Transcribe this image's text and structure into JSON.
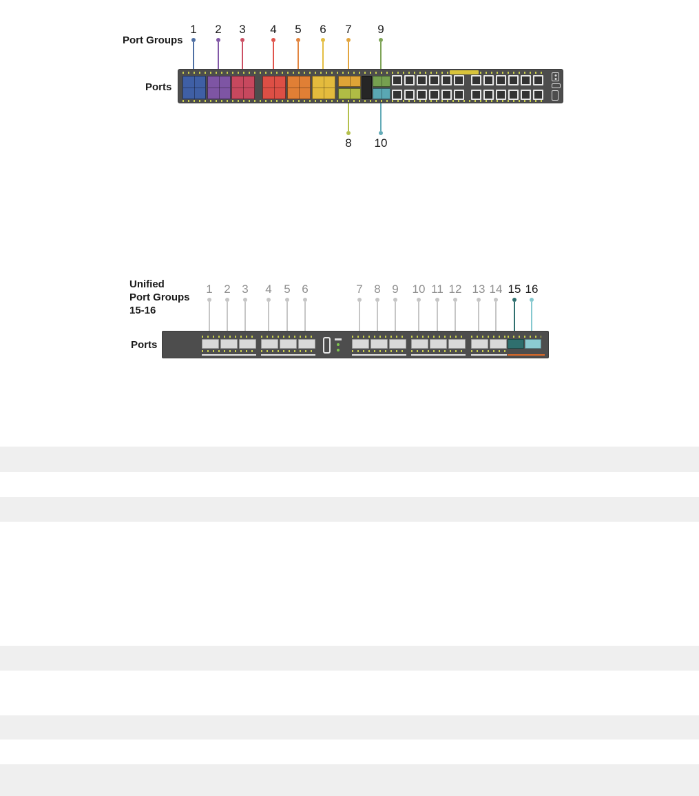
{
  "figure1": {
    "group_label": "Port Groups",
    "ports_label": "Ports",
    "chassis_color": "#4d4d4d",
    "stack_badge_color": "#d9c43a",
    "callouts_top": [
      {
        "num": "1",
        "color": "#4e6fa3"
      },
      {
        "num": "2",
        "color": "#8157a6"
      },
      {
        "num": "3",
        "color": "#cb4f63"
      },
      {
        "num": "4",
        "color": "#e0544c"
      },
      {
        "num": "5",
        "color": "#e2853f"
      },
      {
        "num": "6",
        "color": "#e3bd41"
      },
      {
        "num": "7",
        "color": "#e2a53e"
      },
      {
        "num": "9",
        "color": "#7ea457"
      }
    ],
    "callouts_bottom": [
      {
        "num": "8",
        "color": "#b4c04c"
      },
      {
        "num": "10",
        "color": "#63abb7"
      }
    ],
    "port_group_colors": {
      "g1": "#3f5fa5",
      "g2": "#7e55a4",
      "g3": "#c7485e",
      "g4": "#dd4f45",
      "g5": "#e07f35",
      "g6": "#e4bb3d",
      "g7": "#dfa437",
      "g8": "#b0bc45",
      "g9": "#76a050",
      "g10": "#5aa7b3",
      "unused": "#262626"
    }
  },
  "figure2": {
    "group_label_lines": [
      "Unified",
      "Port Groups",
      "15-16"
    ],
    "ports_label": "Ports",
    "chassis_color": "#4d4d4d",
    "accent_underline_color": "#e06a28",
    "callouts": [
      {
        "num": "1",
        "color": "#c6c6c6",
        "num_color": "#8f8f8f"
      },
      {
        "num": "2",
        "color": "#c6c6c6",
        "num_color": "#8f8f8f"
      },
      {
        "num": "3",
        "color": "#c6c6c6",
        "num_color": "#8f8f8f"
      },
      {
        "num": "4",
        "color": "#c6c6c6",
        "num_color": "#8f8f8f"
      },
      {
        "num": "5",
        "color": "#c6c6c6",
        "num_color": "#8f8f8f"
      },
      {
        "num": "6",
        "color": "#c6c6c6",
        "num_color": "#8f8f8f"
      },
      {
        "num": "7",
        "color": "#c6c6c6",
        "num_color": "#8f8f8f"
      },
      {
        "num": "8",
        "color": "#c6c6c6",
        "num_color": "#8f8f8f"
      },
      {
        "num": "9",
        "color": "#c6c6c6",
        "num_color": "#8f8f8f"
      },
      {
        "num": "10",
        "color": "#c6c6c6",
        "num_color": "#8f8f8f"
      },
      {
        "num": "11",
        "color": "#c6c6c6",
        "num_color": "#8f8f8f"
      },
      {
        "num": "12",
        "color": "#c6c6c6",
        "num_color": "#8f8f8f"
      },
      {
        "num": "13",
        "color": "#c6c6c6",
        "num_color": "#8f8f8f"
      },
      {
        "num": "14",
        "color": "#c6c6c6",
        "num_color": "#8f8f8f"
      },
      {
        "num": "15",
        "color": "#2f6f6e",
        "num_color": "#1a1a1a"
      },
      {
        "num": "16",
        "color": "#85c8cf",
        "num_color": "#1a1a1a"
      }
    ],
    "port_colors": {
      "sfp": "#d9d9d9",
      "p15": "#2f6f6e",
      "p16": "#8ccbd2"
    }
  }
}
